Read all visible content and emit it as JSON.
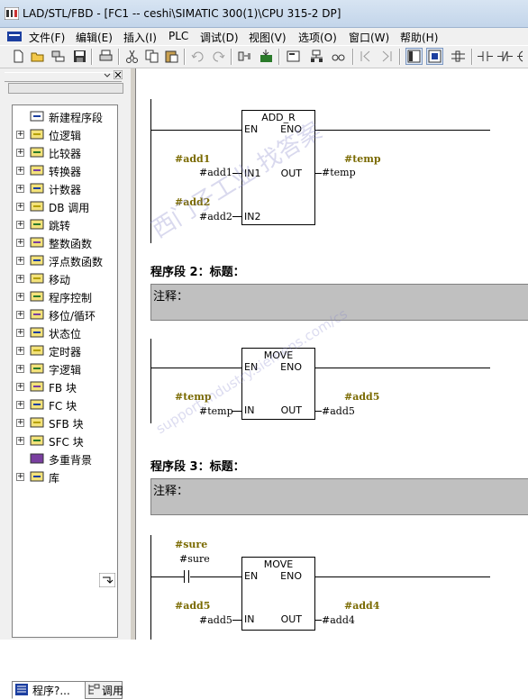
{
  "window": {
    "title": "LAD/STL/FBD  - [FC1 -- ceshi\\SIMATIC 300(1)\\CPU 315-2 DP]"
  },
  "menu": [
    "文件(F)",
    "编辑(E)",
    "插入(I)",
    "PLC",
    "调试(D)",
    "视图(V)",
    "选项(O)",
    "窗口(W)",
    "帮助(H)"
  ],
  "tree": [
    {
      "label": "新建程序段",
      "icon": "new-network-icon",
      "expandable": false
    },
    {
      "label": "位逻辑",
      "icon": "bit-logic-icon",
      "expandable": true
    },
    {
      "label": "比较器",
      "icon": "comparator-icon",
      "expandable": true
    },
    {
      "label": "转换器",
      "icon": "converter-icon",
      "expandable": true
    },
    {
      "label": "计数器",
      "icon": "counter-icon",
      "expandable": true
    },
    {
      "label": "DB 调用",
      "icon": "db-call-icon",
      "expandable": true
    },
    {
      "label": "跳转",
      "icon": "jump-icon",
      "expandable": true
    },
    {
      "label": "整数函数",
      "icon": "integer-math-icon",
      "expandable": true
    },
    {
      "label": "浮点数函数",
      "icon": "float-math-icon",
      "expandable": true
    },
    {
      "label": "移动",
      "icon": "move-icon",
      "expandable": true
    },
    {
      "label": "程序控制",
      "icon": "program-control-icon",
      "expandable": true
    },
    {
      "label": "移位/循环",
      "icon": "shift-rotate-icon",
      "expandable": true
    },
    {
      "label": "状态位",
      "icon": "status-bit-icon",
      "expandable": true
    },
    {
      "label": "定时器",
      "icon": "timer-icon",
      "expandable": true
    },
    {
      "label": "字逻辑",
      "icon": "word-logic-icon",
      "expandable": true
    },
    {
      "label": "FB 块",
      "icon": "fb-block-icon",
      "expandable": true
    },
    {
      "label": "FC 块",
      "icon": "fc-block-icon",
      "expandable": true
    },
    {
      "label": "SFB 块",
      "icon": "sfb-block-icon",
      "expandable": true
    },
    {
      "label": "SFC 块",
      "icon": "sfc-block-icon",
      "expandable": true
    },
    {
      "label": "多重背景",
      "icon": "multi-instance-icon",
      "expandable": false
    },
    {
      "label": "库",
      "icon": "library-icon",
      "expandable": true
    }
  ],
  "tabs": {
    "program": "程序?...",
    "call": "调用"
  },
  "networks": [
    {
      "box": "ADD_R",
      "en": "EN",
      "eno": "ENO",
      "in1_pin": "IN1",
      "in2_pin": "IN2",
      "out_pin": "OUT",
      "in1_sym": "#add1",
      "in1_opd": "#add1",
      "in2_sym": "#add2",
      "in2_opd": "#add2",
      "out_sym": "#temp",
      "out_opd": "#temp"
    },
    {
      "title": "程序段 2：标题：",
      "comment": "注释：",
      "box": "MOVE",
      "en": "EN",
      "eno": "ENO",
      "in_pin": "IN",
      "out_pin": "OUT",
      "in_sym": "#temp",
      "in_opd": "#temp",
      "out_sym": "#add5",
      "out_opd": "#add5"
    },
    {
      "title": "程序段 3：标题：",
      "comment": "注释：",
      "contact_sym": "#sure",
      "contact_opd": "#sure",
      "box": "MOVE",
      "en": "EN",
      "eno": "ENO",
      "in_pin": "IN",
      "out_pin": "OUT",
      "in_sym": "#add5",
      "in_opd": "#add5",
      "out_sym": "#add4",
      "out_opd": "#add4"
    }
  ],
  "watermark": {
    "text1": "西门子工业  找答案",
    "text2": "support.industry.siemens.com/cs"
  },
  "colors": {
    "symbol": "#7a6a00",
    "comment_bg": "#c0c0c0"
  }
}
